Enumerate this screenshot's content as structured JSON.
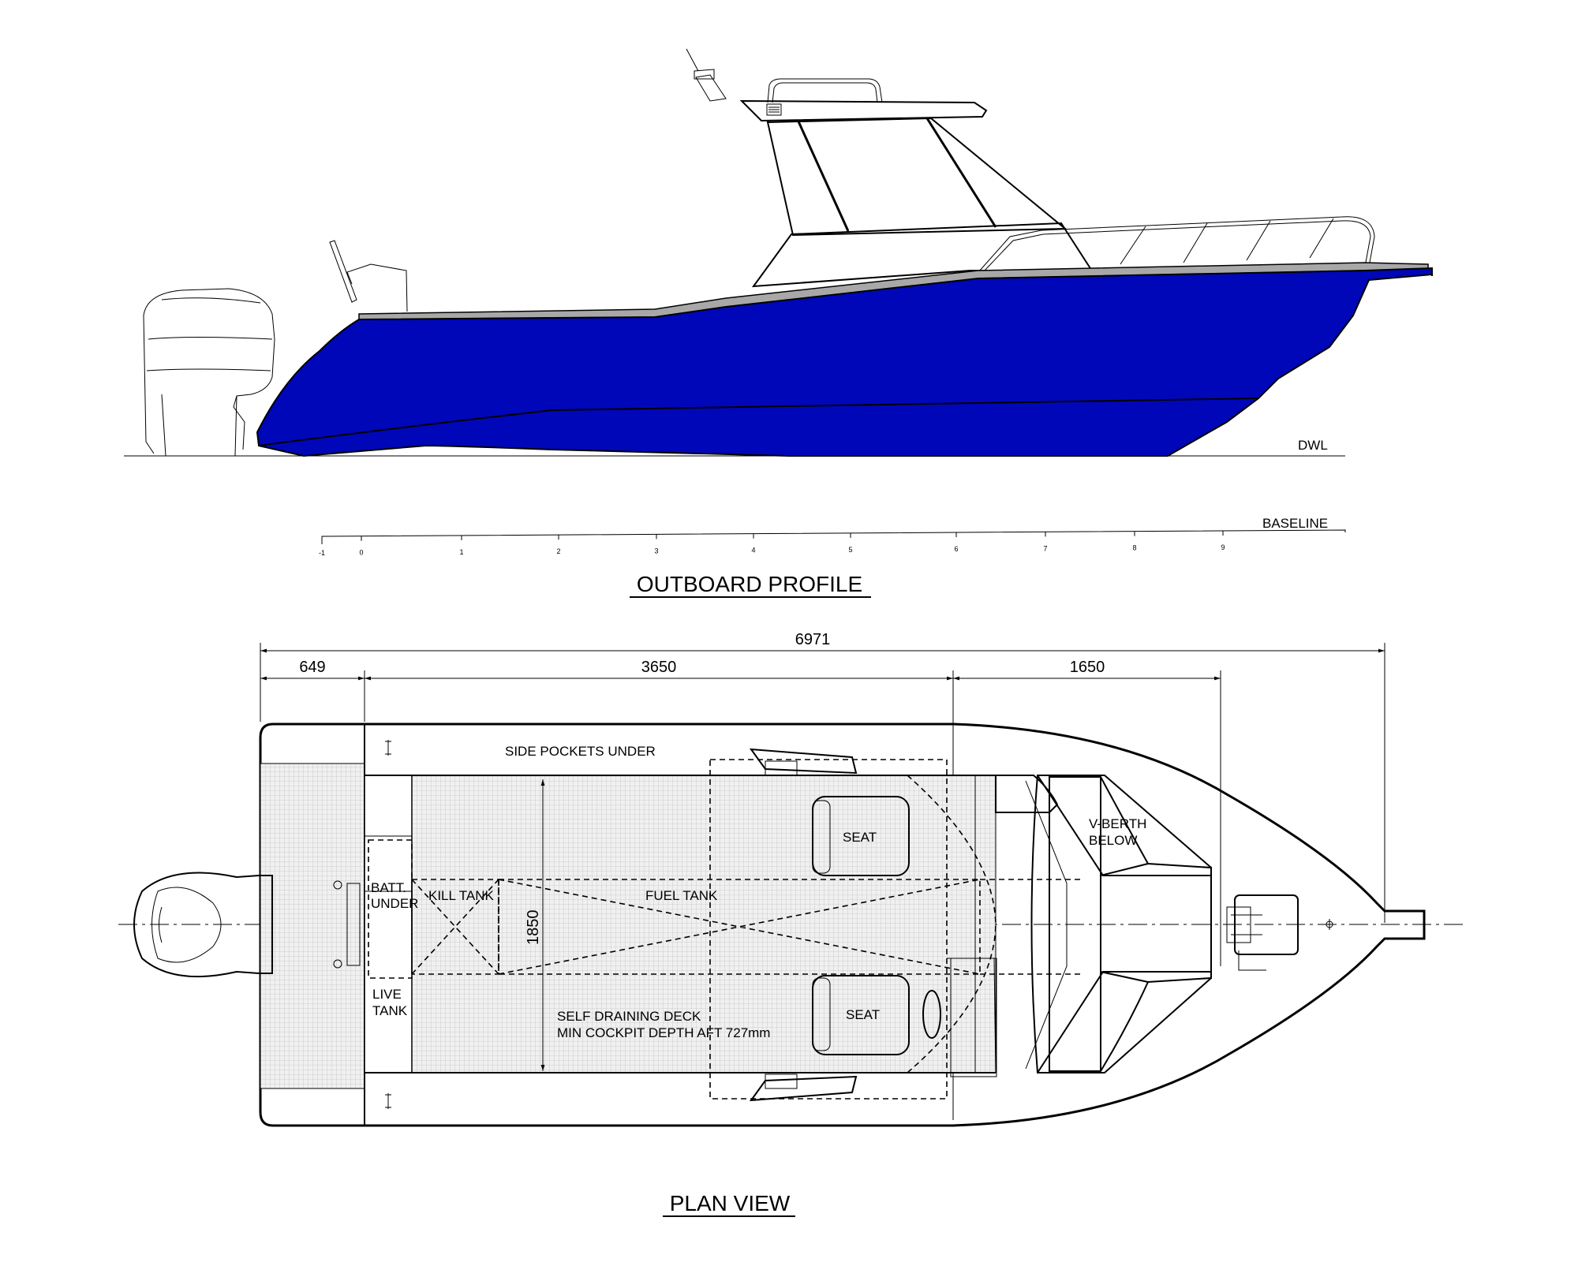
{
  "profile": {
    "title": "OUTBOARD PROFILE",
    "waterline_label": "DWL",
    "baseline_label": "BASELINE",
    "station_ticks": [
      "-1",
      "0",
      "1",
      "2",
      "3",
      "4",
      "5",
      "6",
      "7",
      "8",
      "9"
    ],
    "hull_color": "#0007B8",
    "window_color": "#969696",
    "sheer_color": "#A8A8A8"
  },
  "plan": {
    "title": "PLAN VIEW",
    "dims": {
      "overall": "6971",
      "transom": "649",
      "cockpit": "3650",
      "forward": "1650",
      "beam": "1850"
    },
    "labels": {
      "side_pockets": "SIDE POCKETS UNDER",
      "seat_upper": "SEAT",
      "seat_lower": "SEAT",
      "vberth_1": "V-BERTH",
      "vberth_2": "BELOW",
      "batt_1": "BATT.",
      "batt_2": "UNDER",
      "kill_tank": "KILL TANK",
      "fuel_tank": "FUEL TANK",
      "live_1": "LIVE",
      "live_2": "TANK",
      "deck_1": "SELF DRAINING DECK",
      "deck_2": "MIN COCKPIT DEPTH AFT 727mm"
    },
    "deck_color": "#E6E6E6"
  }
}
